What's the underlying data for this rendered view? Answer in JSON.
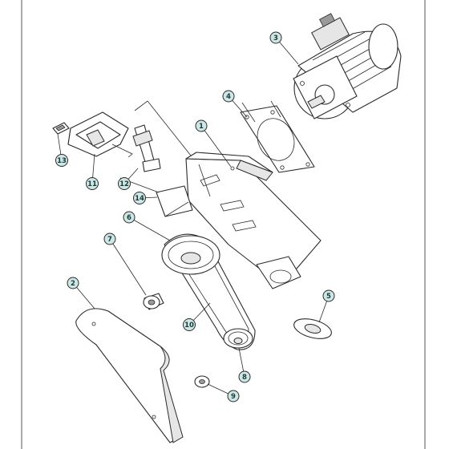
{
  "diagram": {
    "callouts": [
      {
        "id": "c1",
        "label": "1"
      },
      {
        "id": "c2",
        "label": "2"
      },
      {
        "id": "c3",
        "label": "3"
      },
      {
        "id": "c4",
        "label": "4"
      },
      {
        "id": "c5",
        "label": "5"
      },
      {
        "id": "c6",
        "label": "6"
      },
      {
        "id": "c7",
        "label": "7"
      },
      {
        "id": "c8",
        "label": "8"
      },
      {
        "id": "c9",
        "label": "9"
      },
      {
        "id": "c10",
        "label": "10"
      },
      {
        "id": "c11",
        "label": "11"
      },
      {
        "id": "c12",
        "label": "12"
      },
      {
        "id": "c13",
        "label": "13"
      },
      {
        "id": "c14",
        "label": "14"
      }
    ],
    "colors": {
      "callout_fill": "#cfe6e6",
      "callout_stroke": "#2a2a2a",
      "line": "#2a2a2a"
    }
  }
}
